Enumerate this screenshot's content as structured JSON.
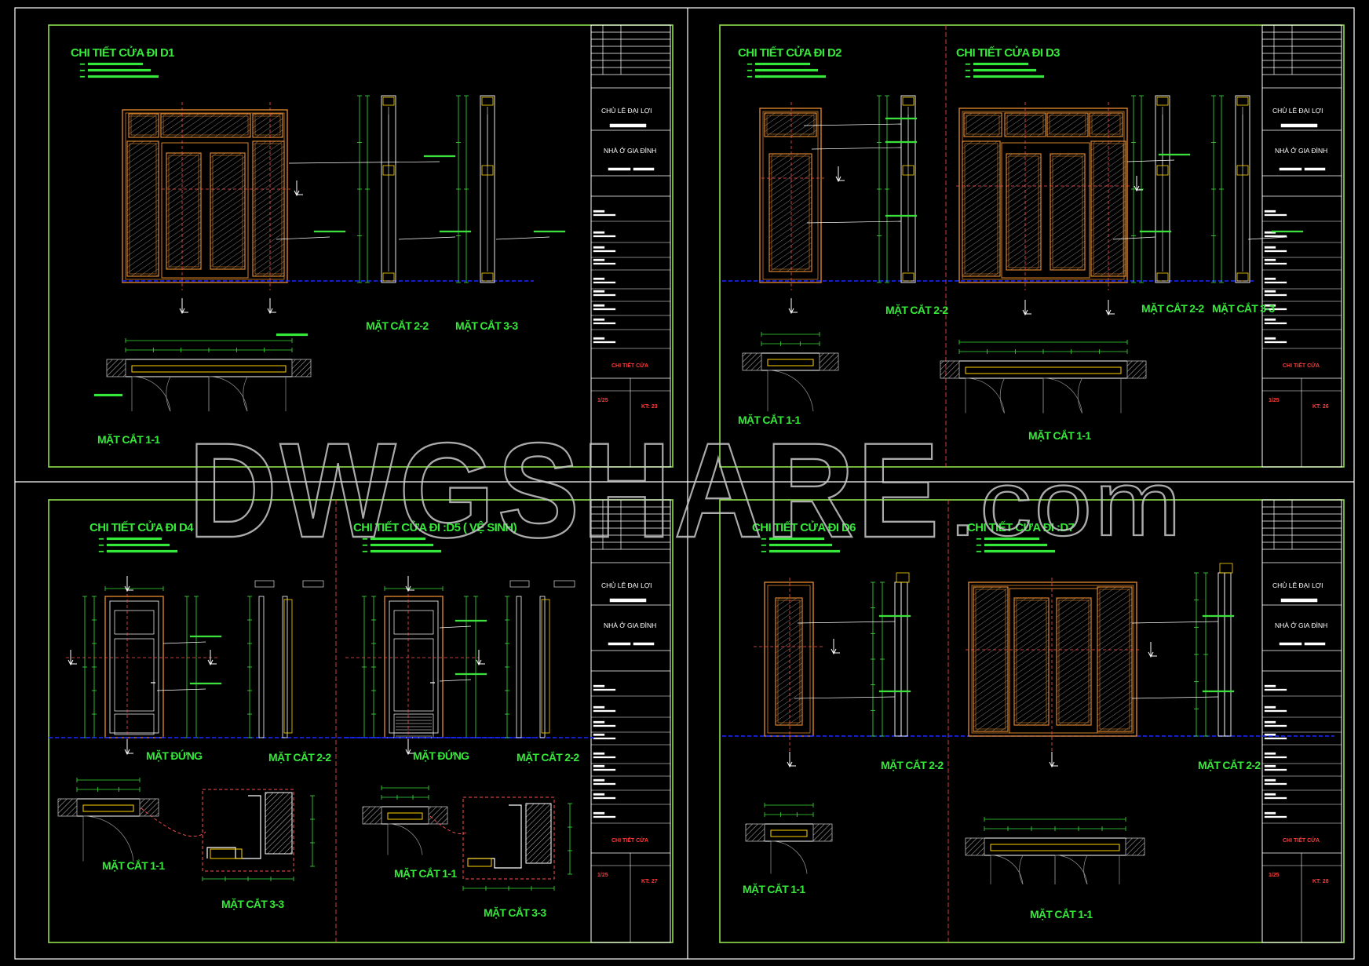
{
  "watermark": {
    "main": "DWGSHARE",
    "suffix": ".com"
  },
  "colors": {
    "sheet_border": "#8ee04a",
    "frame": "#ffffff",
    "door": "#d9822b",
    "glass_hatch": "#8a8a8a",
    "dim": "#3de03d",
    "floor_line": "#1a2cff",
    "axis": "#ff5050",
    "text": "#35e83a",
    "stamp": "#ff3b3b"
  },
  "sheets": [
    {
      "id": "s1",
      "title_block": {
        "owner": "CHỦ LÊ ĐẠI LỢI",
        "project": "NHÀ Ở GIA ĐÌNH",
        "drawing_name": "CHI TIẾT CỬA",
        "scale": "1/25",
        "sheet_no": "KT: 23"
      },
      "panels": [
        {
          "title": "CHI TIẾT CỬA ĐI D1",
          "sections": [
            "MẶT CẮT 2-2",
            "MẶT CẮT 3-3",
            "MẶT CẮT 1-1"
          ]
        }
      ]
    },
    {
      "id": "s2",
      "title_block": {
        "owner": "CHỦ LÊ ĐẠI LỢI",
        "project": "NHÀ Ở GIA ĐÌNH",
        "drawing_name": "CHI TIẾT CỬA",
        "scale": "1/25",
        "sheet_no": "KT: 26"
      },
      "panels": [
        {
          "title": "CHI TIẾT CỬA ĐI D2",
          "sections": [
            "MẶT CẮT 2-2",
            "MẶT CẮT 1-1"
          ]
        },
        {
          "title": "CHI TIẾT CỬA ĐI D3",
          "sections": [
            "MẶT CẮT 2-2",
            "MẶT CẮT 3-3",
            "MẶT CẮT 1-1"
          ]
        }
      ]
    },
    {
      "id": "s3",
      "title_block": {
        "owner": "CHỦ LÊ ĐẠI LỢI",
        "project": "NHÀ Ở GIA ĐÌNH",
        "drawing_name": "CHI TIẾT CỬA",
        "scale": "1/25",
        "sheet_no": "KT: 27"
      },
      "panels": [
        {
          "title": "CHI TIẾT CỬA ĐI  D4",
          "sections": [
            "MẶT ĐỨNG",
            "MẶT CẮT 2-2",
            "MẶT CẮT 1-1",
            "MẶT CẮT 3-3"
          ]
        },
        {
          "title": "CHI TIẾT CỬA ĐI :D5 ( VỆ SINH)",
          "sections": [
            "MẶT ĐỨNG",
            "MẶT CẮT 2-2",
            "MẶT CẮT 1-1",
            "MẶT CẮT 3-3"
          ]
        }
      ]
    },
    {
      "id": "s4",
      "title_block": {
        "owner": "CHỦ LÊ ĐẠI LỢI",
        "project": "NHÀ Ở GIA ĐÌNH",
        "drawing_name": "CHI TIẾT CỬA",
        "scale": "1/25",
        "sheet_no": "KT: 28"
      },
      "panels": [
        {
          "title": "CHI TIẾT CỬA ĐI D6",
          "sections": [
            "MẶT CẮT 2-2",
            "MẶT CẮT 1-1"
          ]
        },
        {
          "title": "CHI TIẾT CỬA ĐI :D7",
          "sections": [
            "MẶT CẮT 2-2",
            "MẶT CẮT 1-1"
          ]
        }
      ]
    }
  ]
}
